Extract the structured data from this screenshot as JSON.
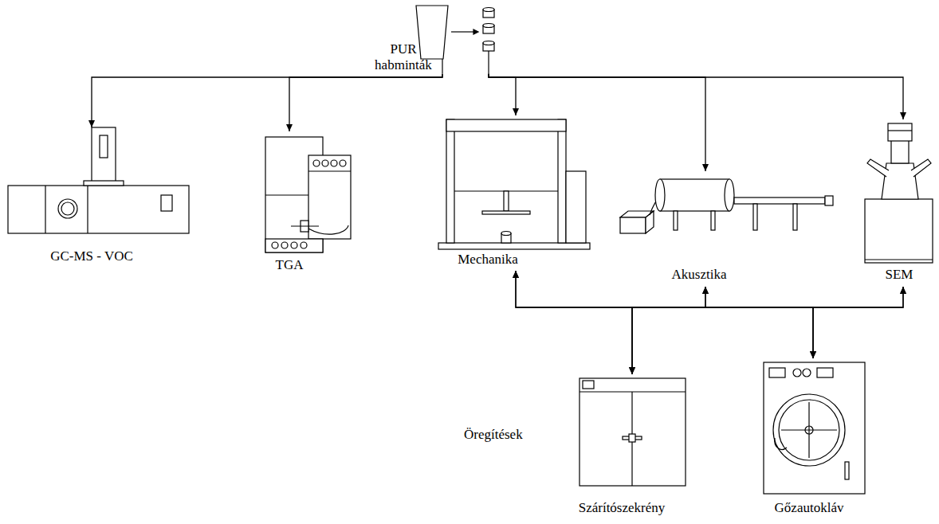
{
  "diagram": {
    "nodes": [
      {
        "text": [
          "PUR habminták"
        ]
      },
      {
        "text": [
          "GC-MS - VOC"
        ]
      },
      {
        "text": [
          "TGA"
        ]
      },
      {
        "text": [
          "Mechanika"
        ]
      },
      {
        "text": [
          "Akusztika"
        ]
      },
      {
        "text": [
          "SEM"
        ]
      },
      {
        "text": [
          "Szárítószekrény"
        ]
      },
      {
        "text": [
          "Gőzautokláv"
        ]
      }
    ],
    "edges": [
      {
        "from": 0,
        "to": 1,
        "arrow": "to"
      },
      {
        "from": 0,
        "to": 2,
        "arrow": "to"
      },
      {
        "from": 0,
        "to": 3,
        "arrow": "to"
      },
      {
        "from": 0,
        "to": 4,
        "arrow": "to"
      },
      {
        "from": 0,
        "to": 5,
        "arrow": "to"
      },
      {
        "from": 6,
        "to": 3,
        "arrow": "both"
      },
      {
        "from": 6,
        "to": 4,
        "arrow": "both"
      },
      {
        "from": 6,
        "to": 5,
        "arrow": "both"
      },
      {
        "from": 7,
        "to": 3,
        "arrow": "both"
      },
      {
        "from": 7,
        "to": 4,
        "arrow": "both"
      },
      {
        "from": 7,
        "to": 5,
        "arrow": "both"
      }
    ],
    "labels": [
      "Öregítések"
    ]
  }
}
